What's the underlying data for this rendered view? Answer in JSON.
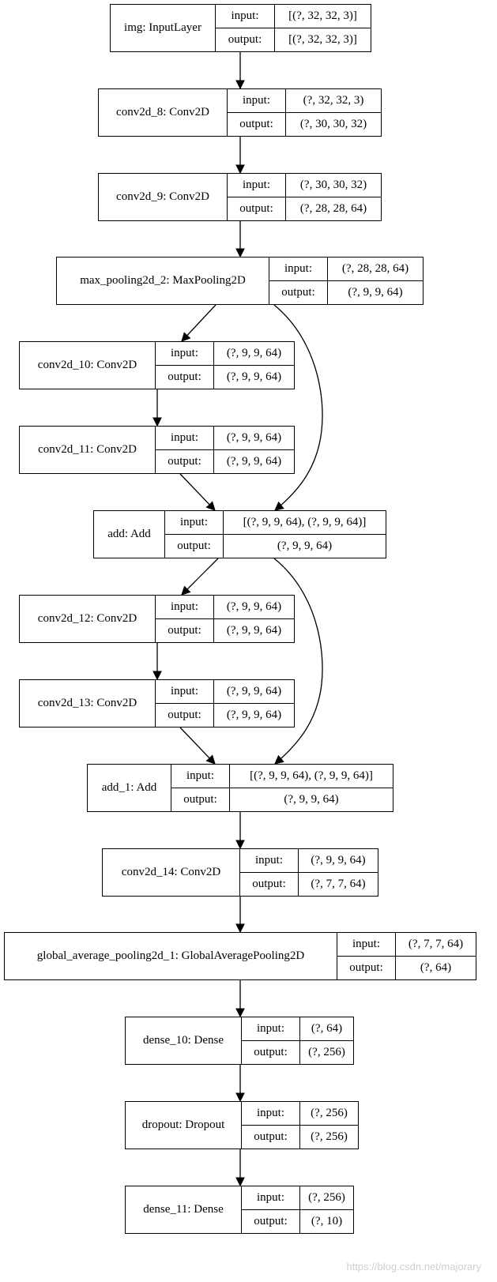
{
  "layers": [
    {
      "id": "img",
      "label": "img: InputLayer",
      "input": "[(?, 32, 32, 3)]",
      "output": "[(?, 32, 32, 3)]"
    },
    {
      "id": "conv2d-8",
      "label": "conv2d_8: Conv2D",
      "input": "(?, 32, 32, 3)",
      "output": "(?, 30, 30, 32)"
    },
    {
      "id": "conv2d-9",
      "label": "conv2d_9: Conv2D",
      "input": "(?, 30, 30, 32)",
      "output": "(?, 28, 28, 64)"
    },
    {
      "id": "max-pooling2d-2",
      "label": "max_pooling2d_2: MaxPooling2D",
      "input": "(?, 28, 28, 64)",
      "output": "(?, 9, 9, 64)"
    },
    {
      "id": "conv2d-10",
      "label": "conv2d_10: Conv2D",
      "input": "(?, 9, 9, 64)",
      "output": "(?, 9, 9, 64)"
    },
    {
      "id": "conv2d-11",
      "label": "conv2d_11: Conv2D",
      "input": "(?, 9, 9, 64)",
      "output": "(?, 9, 9, 64)"
    },
    {
      "id": "add",
      "label": "add: Add",
      "input": "[(?, 9, 9, 64), (?, 9, 9, 64)]",
      "output": "(?, 9, 9, 64)"
    },
    {
      "id": "conv2d-12",
      "label": "conv2d_12: Conv2D",
      "input": "(?, 9, 9, 64)",
      "output": "(?, 9, 9, 64)"
    },
    {
      "id": "conv2d-13",
      "label": "conv2d_13: Conv2D",
      "input": "(?, 9, 9, 64)",
      "output": "(?, 9, 9, 64)"
    },
    {
      "id": "add-1",
      "label": "add_1: Add",
      "input": "[(?, 9, 9, 64), (?, 9, 9, 64)]",
      "output": "(?, 9, 9, 64)"
    },
    {
      "id": "conv2d-14",
      "label": "conv2d_14: Conv2D",
      "input": "(?, 9, 9, 64)",
      "output": "(?, 7, 7, 64)"
    },
    {
      "id": "global-average-pooling2d-1",
      "label": "global_average_pooling2d_1: GlobalAveragePooling2D",
      "input": "(?, 7, 7, 64)",
      "output": "(?, 64)"
    },
    {
      "id": "dense-10",
      "label": "dense_10: Dense",
      "input": "(?, 64)",
      "output": "(?, 256)"
    },
    {
      "id": "dropout",
      "label": "dropout: Dropout",
      "input": "(?, 256)",
      "output": "(?, 256)"
    },
    {
      "id": "dense-11",
      "label": "dense_11: Dense",
      "input": "(?, 256)",
      "output": "(?, 10)"
    }
  ],
  "io_labels": {
    "input": "input:",
    "output": "output:"
  },
  "edges": [
    [
      "img",
      "conv2d-8"
    ],
    [
      "conv2d-8",
      "conv2d-9"
    ],
    [
      "conv2d-9",
      "max-pooling2d-2"
    ],
    [
      "max-pooling2d-2",
      "conv2d-10"
    ],
    [
      "conv2d-10",
      "conv2d-11"
    ],
    [
      "conv2d-11",
      "add"
    ],
    [
      "max-pooling2d-2",
      "add"
    ],
    [
      "add",
      "conv2d-12"
    ],
    [
      "conv2d-12",
      "conv2d-13"
    ],
    [
      "conv2d-13",
      "add-1"
    ],
    [
      "add",
      "add-1"
    ],
    [
      "add-1",
      "conv2d-14"
    ],
    [
      "conv2d-14",
      "global-average-pooling2d-1"
    ],
    [
      "global-average-pooling2d-1",
      "dense-10"
    ],
    [
      "dense-10",
      "dropout"
    ],
    [
      "dropout",
      "dense-11"
    ]
  ],
  "watermark": "https://blog.csdn.net/majorary"
}
